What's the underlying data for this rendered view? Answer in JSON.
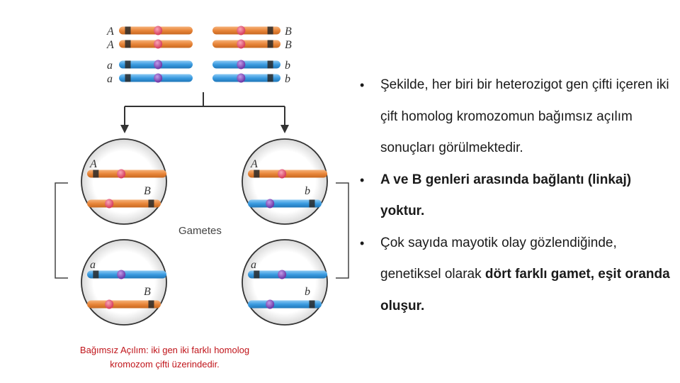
{
  "parent_labels": {
    "left": [
      "A",
      "A",
      "a",
      "a"
    ],
    "right": [
      "B",
      "B",
      "b",
      "b"
    ]
  },
  "gametes": {
    "title": "Gametes",
    "cells": [
      {
        "top": "A",
        "bottom": "B"
      },
      {
        "top": "A",
        "bottom": "b"
      },
      {
        "top": "a",
        "bottom": "B"
      },
      {
        "top": "a",
        "bottom": "b"
      }
    ]
  },
  "colors": {
    "orange": "#e8863a",
    "blue": "#3a9be0",
    "pink_centromere": "#e85a78",
    "purple_centromere": "#8a55c0",
    "band": "#2a2a2a",
    "caption": "#c0141a"
  },
  "bullets": [
    {
      "parts": [
        {
          "t": "Şekilde, her biri bir heterozigot gen çifti içeren iki çift homolog kromozomun bağımsız açılım sonuçları görülmektedir.",
          "b": false
        }
      ]
    },
    {
      "parts": [
        {
          "t": "A ve B genleri arasında bağlantı (linkaj) yoktur.",
          "b": true
        }
      ]
    },
    {
      "parts": [
        {
          "t": "Çok sayıda mayotik olay gözlendiğinde, genetiksel olarak ",
          "b": false
        },
        {
          "t": "dört farklı gamet, eşit oranda oluşur.",
          "b": true
        }
      ]
    }
  ],
  "caption": {
    "line1": "Bağımsız Açılım: iki gen iki farklı homolog",
    "line2": "kromozom çifti üzerindedir."
  }
}
